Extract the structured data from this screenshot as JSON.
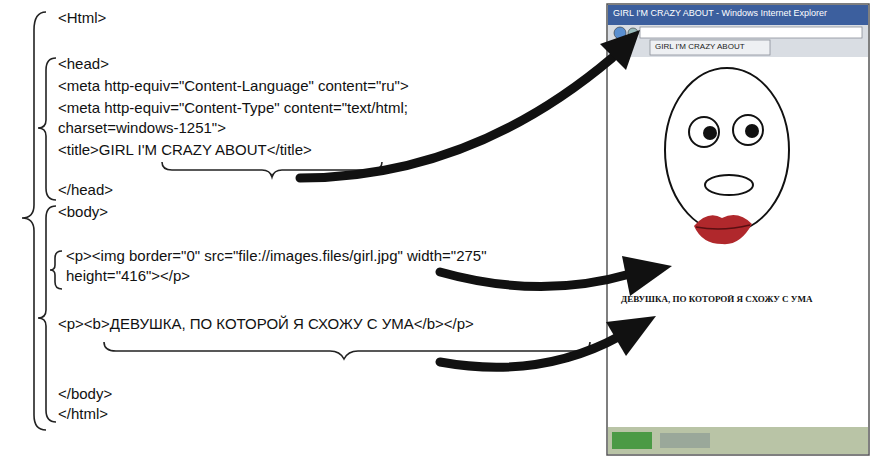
{
  "diagram": {
    "nodes": [
      {
        "text": [
          "GIRL I'M CRAZY ABOUT - Windows Internet Explorer",
          "GIRL I'M CRAZY ABOUT",
          "ДЕВУШКА, ПО КОТОРОЙ Я СХОЖУ С УМА"
        ]
      }
    ],
    "labels": [
      "<Html>",
      "<head>",
      "<meta http-equiv=\"Content-Language\" content=\"ru\">",
      "<meta http-equiv=\"Content-Type\" content=\"text/html; charset=windows-1251\">",
      "<title>GIRL I'M CRAZY ABOUT</title>",
      "</head>",
      "<body>",
      "<p><img border=\"0\" src=\"file://images.files/girl.jpg\" width=\"275\" height=\"416\"></p>",
      "<p><b>ДЕВУШКА, ПО КОТОРОЙ Я СХОЖУ С УМА</b></p>",
      "</body>",
      "</html>"
    ]
  }
}
